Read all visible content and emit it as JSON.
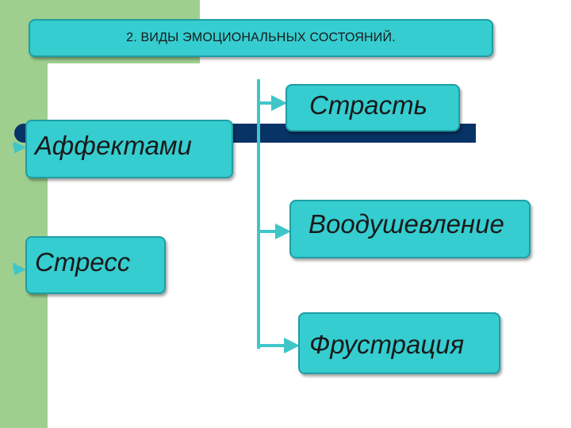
{
  "title": "2. ВИДЫ  ЭМОЦИОНАЛЬНЫХ СОСТОЯНИЙ.",
  "nodes": {
    "affect": "Аффектами",
    "stress": "Стресс",
    "passion": "Страсть",
    "inspiration": "Воодушевление",
    "frustration": "Фрустрация"
  },
  "colors": {
    "box_fill": "#35cdd0",
    "box_border": "#1f9ea3",
    "connector": "#3fc6c9",
    "side_strip": "#9fcf8f",
    "accent_bar": "#083366"
  }
}
